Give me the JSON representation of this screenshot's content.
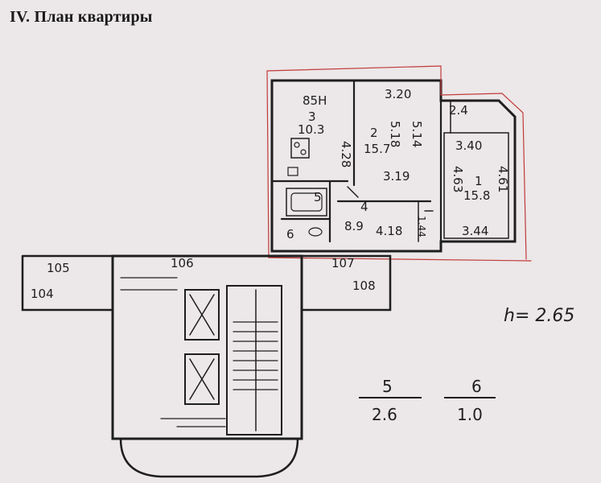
{
  "heading": "IV. План квартиры",
  "ceiling_height": "h= 2.65",
  "rooms": [
    {
      "id": "3",
      "area": "10.3",
      "top": "85H",
      "side": "4.28"
    },
    {
      "id": "2",
      "area": "15.7",
      "top": "3.20",
      "side_a": "5.18",
      "side_b": "5.14",
      "bottom": "3.19"
    },
    {
      "id": "1",
      "area": "15.8",
      "top": "3.40",
      "bottom": "3.44",
      "side_a": "4.63",
      "side_b": "4.61"
    },
    {
      "id": "4",
      "area": "8.9",
      "side": "4.18",
      "side_b": "1.44"
    },
    {
      "id": "5"
    },
    {
      "id": "6"
    }
  ],
  "balcony_width": "2.4",
  "neighbor_labels": [
    "105",
    "104",
    "106",
    "107",
    "108"
  ],
  "fractions": [
    {
      "room": "5",
      "area": "2.6"
    },
    {
      "room": "6",
      "area": "1.0"
    }
  ],
  "colors": {
    "background": "#ece7e8",
    "ink": "#1e1e1e",
    "redline": "#c03a3a"
  }
}
